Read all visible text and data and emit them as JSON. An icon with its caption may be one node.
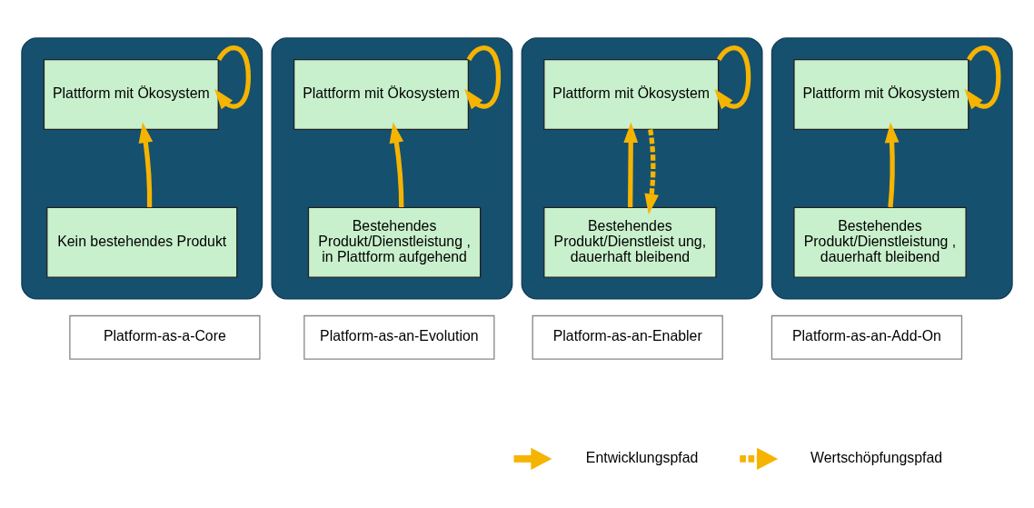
{
  "diagram": {
    "nodes": [
      {
        "text": [],
        "shape": "box"
      },
      {
        "text": [
          "Plattform mit Ökosystem"
        ],
        "in": 0
      },
      {
        "text": [
          "Kein bestehendes Produkt"
        ],
        "in": 0
      },
      {
        "text": [],
        "shape": "box"
      },
      {
        "text": [
          "Plattform mit Ökosystem"
        ],
        "in": 3
      },
      {
        "text": [
          "Bestehendes Produkt/Dienstleistung , in Plattform aufgehend"
        ],
        "in": 3
      },
      {
        "text": [],
        "shape": "box"
      },
      {
        "text": [
          "Plattform mit Ökosystem"
        ],
        "in": 6
      },
      {
        "text": [
          "Bestehendes Produkt/Dienstleist ung, dauerhaft bleibend"
        ],
        "in": 6
      },
      {
        "text": [],
        "shape": "box"
      },
      {
        "text": [
          "Plattform mit Ökosystem"
        ],
        "in": 9
      },
      {
        "text": [
          "Bestehendes Produkt/Dienstleistung , dauerhaft bleibend"
        ],
        "in": 9
      },
      {
        "text": [
          "Platform-as-a-Core"
        ]
      },
      {
        "text": [
          "Platform-as-an-Evolution"
        ]
      },
      {
        "text": [
          "Platform-as-an-Enabler"
        ]
      },
      {
        "text": [
          "Platform-as-an-Add-On"
        ]
      }
    ],
    "edges": [
      {
        "from": 1,
        "to": 1,
        "arrow": "to"
      },
      {
        "from": 2,
        "to": 1,
        "arrow": "to"
      },
      {
        "from": 4,
        "to": 4,
        "arrow": "to"
      },
      {
        "from": 5,
        "to": 4,
        "arrow": "to"
      },
      {
        "from": 7,
        "to": 7,
        "arrow": "to"
      },
      {
        "from": 8,
        "to": 7,
        "arrow": "to"
      },
      {
        "from": 7,
        "to": 8,
        "arrow": "to",
        "style": "dashed"
      },
      {
        "from": 10,
        "to": 10,
        "arrow": "to"
      },
      {
        "from": 11,
        "to": 10,
        "arrow": "to"
      }
    ],
    "legend": [
      {
        "text": "Entwicklungspfad"
      },
      {
        "text": "Wertschöpfungspfad"
      }
    ]
  }
}
